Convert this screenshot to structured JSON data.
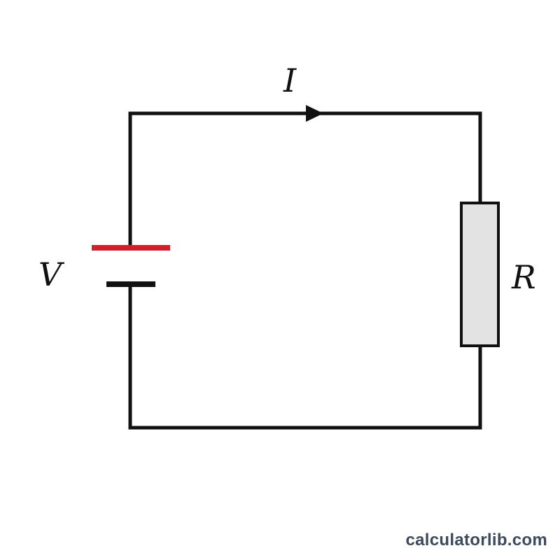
{
  "diagram": {
    "type": "circuit",
    "labels": {
      "current": "I",
      "voltage": "V",
      "resistance": "R"
    },
    "colors": {
      "wire": "#111111",
      "battery_positive_plate": "#d0202c",
      "battery_negative_plate": "#111111",
      "resistor_fill": "#e3e3e3",
      "resistor_stroke": "#111111"
    },
    "components": [
      {
        "kind": "battery",
        "label_ref": "voltage"
      },
      {
        "kind": "resistor",
        "label_ref": "resistance"
      },
      {
        "kind": "current-arrow",
        "label_ref": "current",
        "direction": "clockwise"
      }
    ]
  },
  "watermark": "calculatorlib.com"
}
